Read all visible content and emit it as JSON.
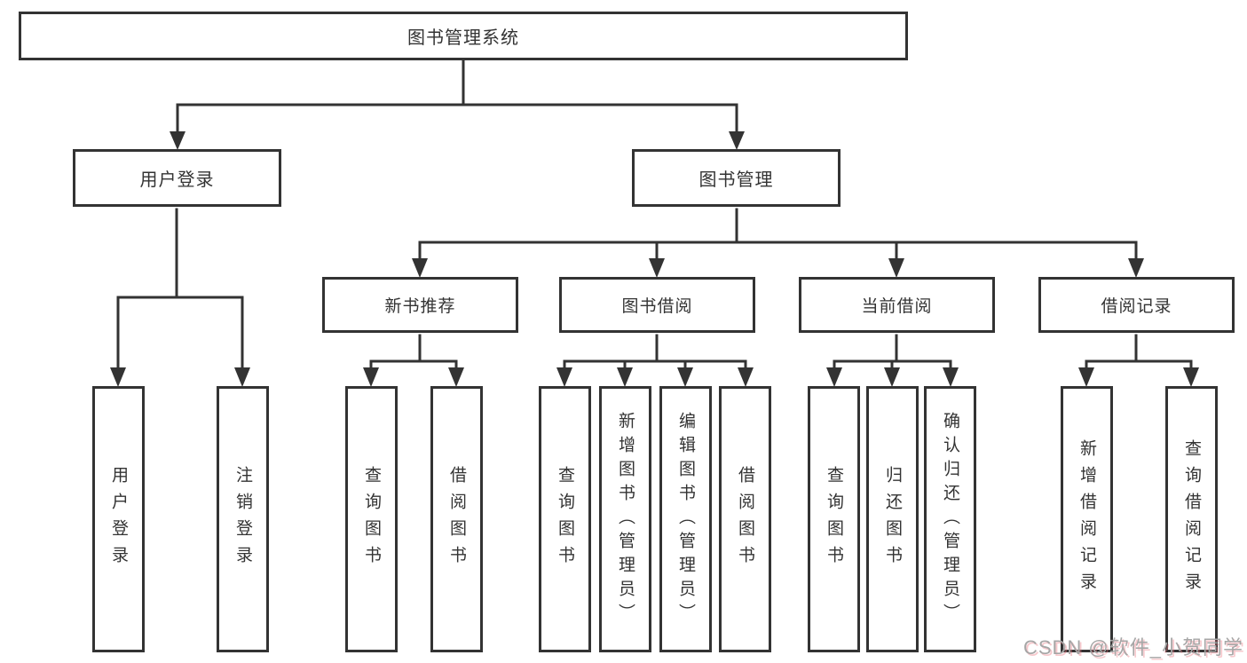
{
  "diagram": {
    "nodes": {
      "root": "图书管理系统",
      "user_login": "用户登录",
      "book_mgmt": "图书管理",
      "new_book": "新书推荐",
      "book_borrow": "图书借阅",
      "current_borrow": "当前借阅",
      "borrow_records": "借阅记录"
    },
    "leaves": {
      "user_login": [
        "用户登录",
        "注销登录"
      ],
      "new_book": [
        "查询图书",
        "借阅图书"
      ],
      "book_borrow": [
        "查询图书",
        "新增图书（管理员）",
        "编辑图书（管理员）",
        "借阅图书"
      ],
      "current_borrow": [
        "查询图书",
        "归还图书",
        "确认归还（管理员）"
      ],
      "borrow_records": [
        "新增借阅记录",
        "查询借阅记录"
      ]
    }
  },
  "watermark": "CSDN @软件_小贺同学",
  "colors": {
    "line": "#333333",
    "text": "#333333",
    "background": "#ffffff",
    "watermark": "#a6a6a6"
  }
}
